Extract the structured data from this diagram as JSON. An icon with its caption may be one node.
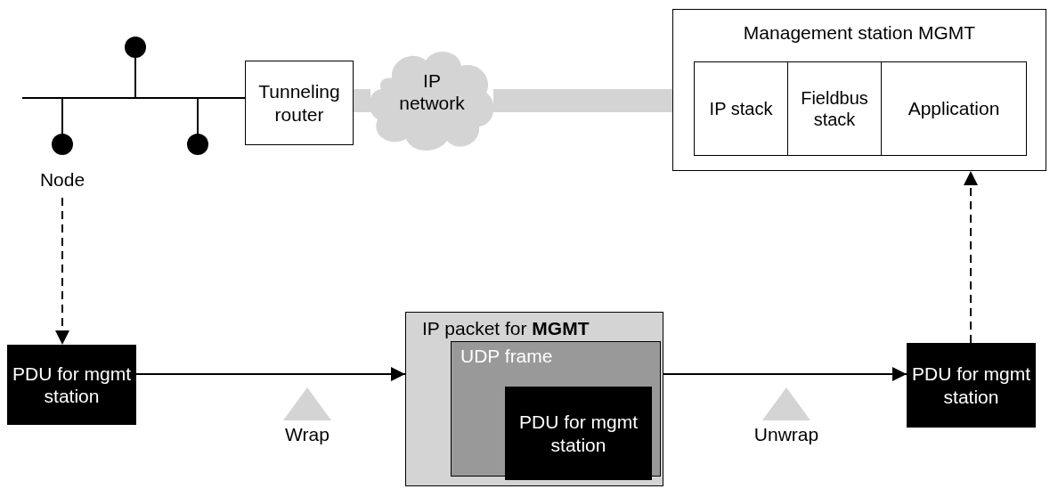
{
  "diagram": {
    "nodes": [
      {
        "text": [],
        "shape": "circle"
      },
      {
        "text": [],
        "shape": "circle",
        "beside": [
          "Node"
        ]
      },
      {
        "text": [],
        "shape": "circle"
      },
      {
        "text": [
          "Tunneling router"
        ]
      },
      {
        "text": [
          "IP network"
        ]
      },
      {
        "text": [
          "Management station MGMT"
        ]
      },
      {
        "text": [
          "IP stack"
        ],
        "in": 5
      },
      {
        "text": [
          "Fieldbus stack"
        ],
        "in": 5
      },
      {
        "text": [
          "Application"
        ],
        "in": 5
      },
      {
        "text": [
          "PDU for mgmt station"
        ]
      },
      {
        "text": [
          "IP packet for **MGMT**"
        ]
      },
      {
        "text": [
          "UDP frame"
        ],
        "in": 10
      },
      {
        "text": [
          "PDU for mgmt station"
        ],
        "in": 11
      },
      {
        "text": [
          "PDU for mgmt station"
        ]
      }
    ],
    "edges": [
      {
        "from": 0,
        "to": 3,
        "arrow": "none"
      },
      {
        "from": 1,
        "to": 3,
        "arrow": "none"
      },
      {
        "from": 2,
        "to": 3,
        "arrow": "none"
      },
      {
        "from": 3,
        "to": 4,
        "arrow": "none",
        "style": "thick",
        "color": "#d4d4d4"
      },
      {
        "from": 4,
        "to": 6,
        "arrow": "none",
        "style": "thick",
        "color": "#d4d4d4"
      },
      {
        "from": 1,
        "to": 9,
        "arrow": "to",
        "style": "dashed"
      },
      {
        "from": 9,
        "to": 10,
        "arrow": "to"
      },
      {
        "from": 10,
        "to": 13,
        "arrow": "to"
      },
      {
        "from": 13,
        "to": 5,
        "arrow": "to",
        "style": "dashed"
      }
    ],
    "labels": [
      "Wrap",
      "Unwrap"
    ]
  }
}
